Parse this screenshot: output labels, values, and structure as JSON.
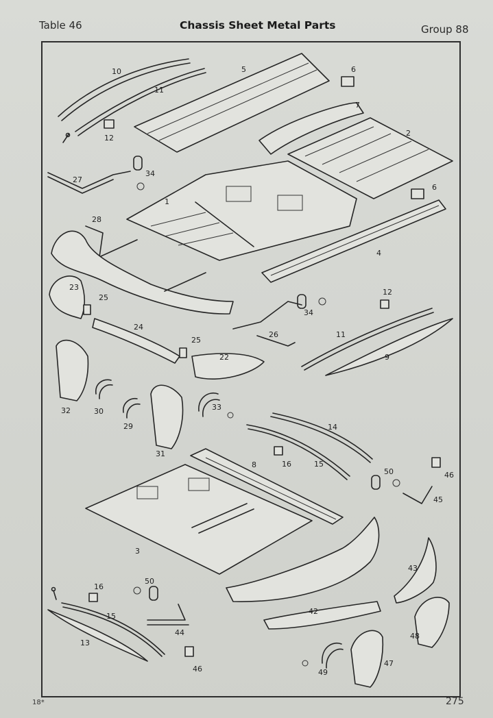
{
  "header": {
    "table_label": "Table 46",
    "title": "Chassis Sheet Metal Parts",
    "group_label": "Group 88"
  },
  "footer": {
    "signature_mark": "18*",
    "page_number": "275"
  },
  "callouts": {
    "c1": "1",
    "c2": "2",
    "c3": "3",
    "c4": "4",
    "c5": "5",
    "c6a": "6",
    "c6b": "6",
    "c7": "7",
    "c8": "8",
    "c9": "9",
    "c10": "10",
    "c11a": "11",
    "c11b": "11",
    "c12a": "12",
    "c12b": "12",
    "c13": "13",
    "c14": "14",
    "c15a": "15",
    "c15b": "15",
    "c16a": "16",
    "c16b": "16",
    "c22": "22",
    "c23": "23",
    "c24": "24",
    "c25a": "25",
    "c25b": "25",
    "c26": "26",
    "c27": "27",
    "c28": "28",
    "c29": "29",
    "c30": "30",
    "c31": "31",
    "c32": "32",
    "c33": "33",
    "c34a": "34",
    "c34b": "34",
    "c42": "42",
    "c43": "43",
    "c44": "44",
    "c45": "45",
    "c46a": "46",
    "c46b": "46",
    "c47": "47",
    "c48": "48",
    "c49": "49",
    "c50a": "50",
    "c50b": "50"
  }
}
